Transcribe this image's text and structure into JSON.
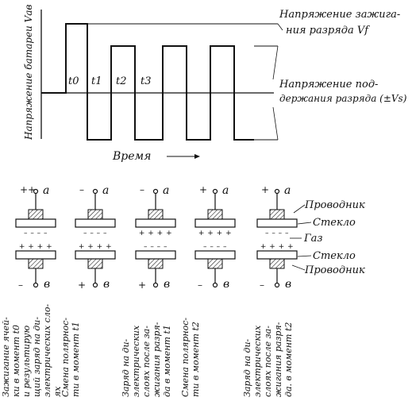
{
  "waveform": {
    "y_axis_label": "Напряжение батареи Vав",
    "x_axis_label": "Время",
    "time_marks": [
      "t0",
      "t1",
      "t2",
      "t3"
    ],
    "ignition_label_line1": "Напряжение зажига-",
    "ignition_label_line2": "ния разряда  Vf",
    "sustain_label_line1": "Напряжение под-",
    "sustain_label_line2": "держания разряда (±Vs)"
  },
  "cells": [
    {
      "top_charge": "++",
      "top_terminal": "a",
      "upper_dielectric": "– – – –",
      "lower_dielectric": "+ + + +",
      "bottom_charge": "–",
      "bottom_terminal": "в",
      "caption": [
        "Зажигание ячей-",
        "ки в момент t0",
        "и результирую",
        "щий заряд на ди-",
        "электрических сло-",
        "ях"
      ]
    },
    {
      "top_charge": "–",
      "top_terminal": "a",
      "upper_dielectric": "– – – –",
      "lower_dielectric": "+ + + +",
      "bottom_charge": "+",
      "bottom_terminal": "в",
      "caption": [
        "Смена полярнос-",
        "ти в момент t1"
      ]
    },
    {
      "top_charge": "–",
      "top_terminal": "a",
      "upper_dielectric": "+ + + +",
      "lower_dielectric": "– – – –",
      "bottom_charge": "+",
      "bottom_terminal": "в",
      "caption": [
        "Заряд на ди-",
        "электрических",
        "слоях после за-",
        "жигания разря-",
        "да в момент t1"
      ]
    },
    {
      "top_charge": "+",
      "top_terminal": "a",
      "upper_dielectric": "+ + + +",
      "lower_dielectric": "– – – –",
      "bottom_charge": "–",
      "bottom_terminal": "в",
      "caption": [
        "Смена полярнос-",
        "ти в момент t2"
      ]
    },
    {
      "top_charge": "+",
      "top_terminal": "a",
      "upper_dielectric": "– – – –",
      "lower_dielectric": "+ + + +",
      "bottom_charge": "–",
      "bottom_terminal": "в",
      "caption": [
        "Заряд на ди-",
        "электрических",
        "слоях после за-",
        "жигания разря-",
        "да. в момент t2"
      ]
    }
  ],
  "layer_labels": {
    "conductor_top": "Проводник",
    "glass_top": "Стекло",
    "gas": "Газ",
    "glass_bottom": "Стекло",
    "conductor_bottom": "Проводник"
  }
}
